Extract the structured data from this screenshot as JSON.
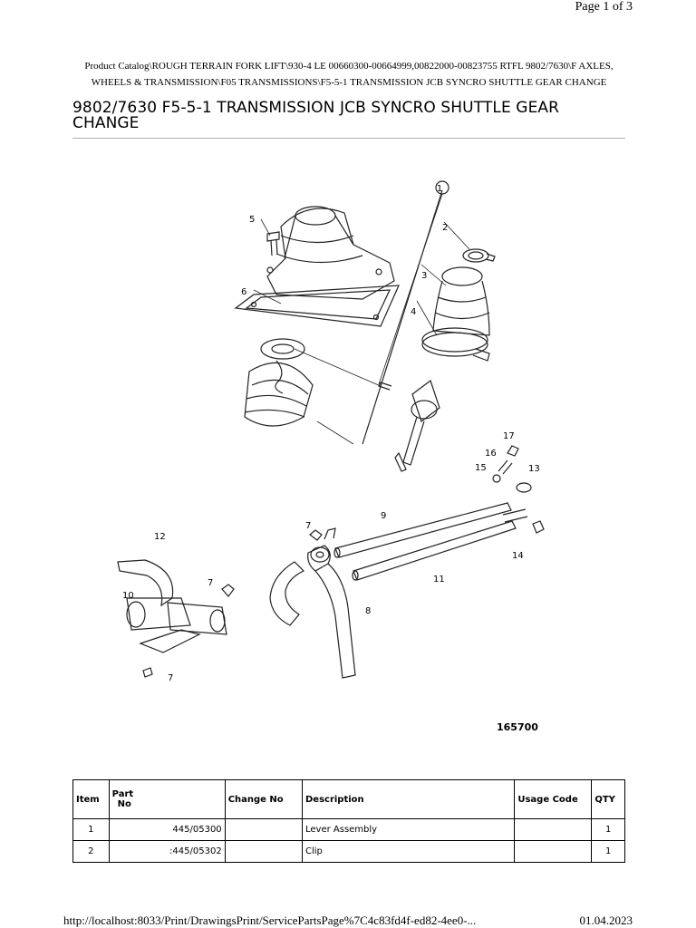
{
  "header": {
    "page_number": "Page 1 of 3",
    "breadcrumb_line1": "Product Catalog\\ROUGH TERRAIN FORK LIFT\\930-4 LE 00660300-00664999,00822000-00823755 RTFL 9802/7630\\F AXLES,",
    "breadcrumb_line2": "WHEELS & TRANSMISSION\\F05 TRANSMISSIONS\\F5-5-1 TRANSMISSION JCB SYNCRO SHUTTLE GEAR CHANGE"
  },
  "title": {
    "line1": "9802/7630 F5-5-1 TRANSMISSION JCB SYNCRO SHUTTLE GEAR",
    "line2": "CHANGE"
  },
  "drawing": {
    "figure_number": "165700",
    "callouts": [
      "1",
      "2",
      "3",
      "4",
      "5",
      "6",
      "7",
      "7",
      "7",
      "8",
      "9",
      "10",
      "11",
      "12",
      "13",
      "14",
      "15",
      "16",
      "17"
    ]
  },
  "parts_table": {
    "headers": {
      "item": "Item",
      "part_no_line1": "Part",
      "part_no_line2": "No",
      "change_no": "Change No",
      "description": "Description",
      "usage_code": "Usage Code",
      "qty": "QTY"
    },
    "rows": [
      {
        "item": "1",
        "part_no": "445/05300",
        "change_no": "",
        "description": "Lever Assembly",
        "usage_code": "",
        "qty": "1"
      },
      {
        "item": "2",
        "part_no": ":445/05302",
        "change_no": "",
        "description": "Clip",
        "usage_code": "",
        "qty": "1"
      }
    ]
  },
  "footer": {
    "url": "http://localhost:8033/Print/DrawingsPrint/ServicePartsPage%7C4c83fd4f-ed82-4ee0-...",
    "date": "01.04.2023"
  }
}
